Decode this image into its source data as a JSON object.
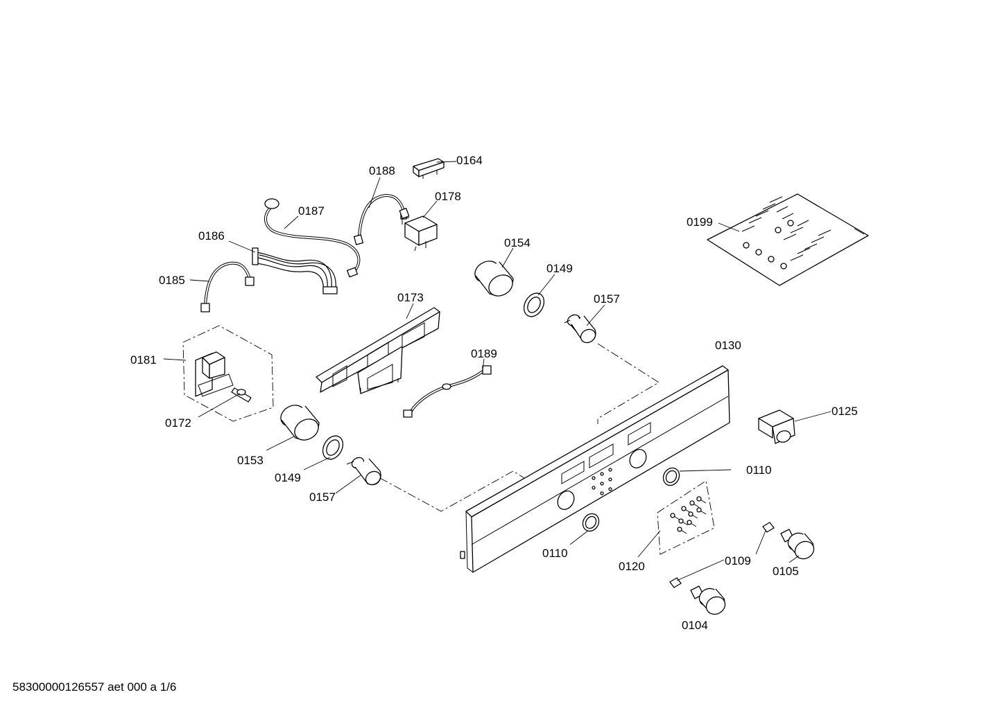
{
  "labels": {
    "p0164": "0164",
    "p0188": "0188",
    "p0178": "0178",
    "p0187": "0187",
    "p0186": "0186",
    "p0185": "0185",
    "p0199": "0199",
    "p0154": "0154",
    "p0149_top": "0149",
    "p0157_top": "0157",
    "p0173": "0173",
    "p0130": "0130",
    "p0181": "0181",
    "p0189": "0189",
    "p0172": "0172",
    "p0125": "0125",
    "p0153": "0153",
    "p0149_bottom": "0149",
    "p0110_right": "0110",
    "p0157_bottom": "0157",
    "p0110_bottom": "0110",
    "p0109": "0109",
    "p0120": "0120",
    "p0105": "0105",
    "p0104": "0104"
  },
  "footer": "58300000126557 aet 000 a 1/6"
}
